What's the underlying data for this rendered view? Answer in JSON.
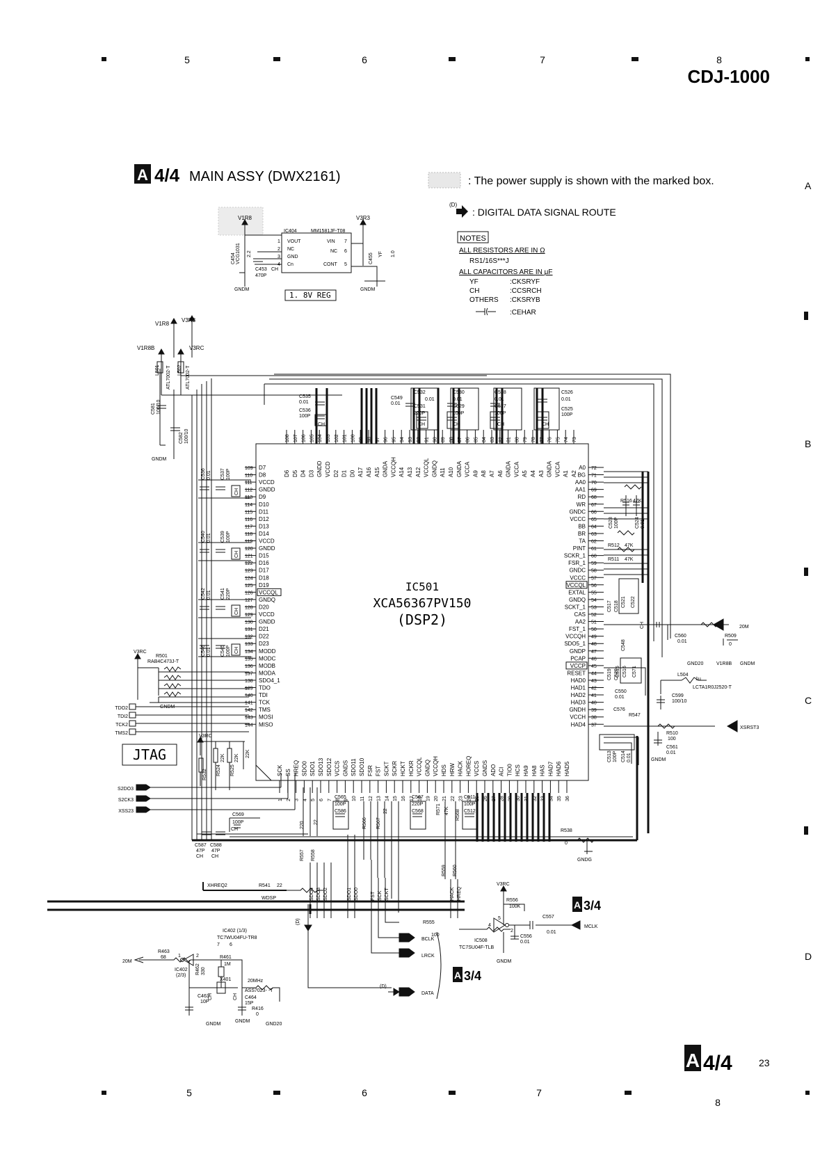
{
  "header": {
    "model": "CDJ-1000",
    "grid_top": [
      "5",
      "6",
      "7",
      "8"
    ],
    "grid_bottom": [
      "5",
      "6",
      "7",
      "8"
    ],
    "grid_side": [
      "A",
      "B",
      "C",
      "D"
    ]
  },
  "title": {
    "badge": "A",
    "fraction": "4/4",
    "name": "MAIN ASSY (DWX2161)"
  },
  "legend": {
    "power_box": ": The power supply is shown with the marked box.",
    "digital_tag": "(D)",
    "digital_route": ": DIGITAL DATA SIGNAL ROUTE"
  },
  "notes": {
    "heading": "NOTES",
    "resistors": "ALL RESISTORS ARE IN Ω",
    "resistor_type": "RS1/16S***J",
    "capacitors": "ALL CAPACITORS ARE IN μF",
    "rows": [
      {
        "k": "YF",
        "v": ":CKSRYF"
      },
      {
        "k": "CH",
        "v": ":CCSRCH"
      },
      {
        "k": "OTHERS",
        "v": ":CKSRYB"
      },
      {
        "k": "",
        "v": ":CEHAR"
      }
    ]
  },
  "regulator": {
    "ic": "IC404",
    "part": "MM1581JF-T08",
    "in_rail": "V3R3",
    "out_rail": "V1R8",
    "label": "1. 8V REG",
    "pins": [
      "VOUT",
      "NC",
      "GND",
      "Cn",
      "VIN",
      "NC",
      "CONT"
    ],
    "pin_nums": [
      "1",
      "2",
      "3",
      "4",
      "7",
      "6",
      "5"
    ],
    "caps": [
      "C454",
      "VCG1031",
      "2.2",
      "C453",
      "CH",
      "470P",
      "C455",
      "YF",
      "1.0"
    ],
    "gnd": "GNDM"
  },
  "power": {
    "rails": [
      "V1R8",
      "V3R3",
      "V1R8B",
      "V3RC"
    ],
    "coils": [
      "L501",
      "ATL7002-T",
      "L502",
      "ATL7002-T"
    ],
    "caps": [
      "C581",
      "100/10",
      "C582",
      "100/10"
    ],
    "gnd": "GNDM"
  },
  "dsp": {
    "ref": "IC501",
    "part": "XCA56367PV150",
    "name": "(DSP2)",
    "left_pins": [
      {
        "n": "109",
        "l": "D7"
      },
      {
        "n": "110",
        "l": "D8"
      },
      {
        "n": "111",
        "l": "VCCD"
      },
      {
        "n": "112",
        "l": "GNDD"
      },
      {
        "n": "113",
        "l": "D9"
      },
      {
        "n": "114",
        "l": "D10"
      },
      {
        "n": "115",
        "l": "D11"
      },
      {
        "n": "116",
        "l": "D12"
      },
      {
        "n": "117",
        "l": "D13"
      },
      {
        "n": "118",
        "l": "D14"
      },
      {
        "n": "119",
        "l": "VCCD"
      },
      {
        "n": "120",
        "l": "GNDD"
      },
      {
        "n": "121",
        "l": "D15"
      },
      {
        "n": "122",
        "l": "D16"
      },
      {
        "n": "123",
        "l": "D17"
      },
      {
        "n": "124",
        "l": "D18"
      },
      {
        "n": "125",
        "l": "D19"
      },
      {
        "n": "126",
        "l": "VCCQL"
      },
      {
        "n": "127",
        "l": "GNDQ"
      },
      {
        "n": "128",
        "l": "D20"
      },
      {
        "n": "129",
        "l": "VCCD"
      },
      {
        "n": "130",
        "l": "GNDD"
      },
      {
        "n": "131",
        "l": "D21"
      },
      {
        "n": "132",
        "l": "D22"
      },
      {
        "n": "133",
        "l": "D23"
      },
      {
        "n": "134",
        "l": "MODD"
      },
      {
        "n": "135",
        "l": "MODC"
      },
      {
        "n": "136",
        "l": "MODB"
      },
      {
        "n": "137",
        "l": "MODA"
      },
      {
        "n": "138",
        "l": "SDO4_1"
      },
      {
        "n": "139",
        "l": "TDO"
      },
      {
        "n": "140",
        "l": "TDI"
      },
      {
        "n": "141",
        "l": "TCK"
      },
      {
        "n": "142",
        "l": "TMS"
      },
      {
        "n": "143",
        "l": "MOSI"
      },
      {
        "n": "144",
        "l": "MISO"
      }
    ],
    "right_pins": [
      {
        "n": "72",
        "l": "A0"
      },
      {
        "n": "71",
        "l": "BG"
      },
      {
        "n": "70",
        "l": "AA0"
      },
      {
        "n": "69",
        "l": "AA1"
      },
      {
        "n": "68",
        "l": "RD"
      },
      {
        "n": "67",
        "l": "WR"
      },
      {
        "n": "66",
        "l": "GNDC"
      },
      {
        "n": "65",
        "l": "VCCC"
      },
      {
        "n": "64",
        "l": "BB"
      },
      {
        "n": "63",
        "l": "BR"
      },
      {
        "n": "62",
        "l": "TA"
      },
      {
        "n": "61",
        "l": "PINT"
      },
      {
        "n": "60",
        "l": "SCKR_1"
      },
      {
        "n": "59",
        "l": "FSR_1"
      },
      {
        "n": "58",
        "l": "GNDC"
      },
      {
        "n": "57",
        "l": "VCCC"
      },
      {
        "n": "56",
        "l": "VCCQL"
      },
      {
        "n": "55",
        "l": "EXTAL"
      },
      {
        "n": "54",
        "l": "GNDQ"
      },
      {
        "n": "53",
        "l": "SCKT_1"
      },
      {
        "n": "52",
        "l": "CAS"
      },
      {
        "n": "51",
        "l": "AA2"
      },
      {
        "n": "50",
        "l": "FST_1"
      },
      {
        "n": "49",
        "l": "VCCQH"
      },
      {
        "n": "48",
        "l": "SDO5_1"
      },
      {
        "n": "47",
        "l": "GNDP"
      },
      {
        "n": "46",
        "l": "PCAP"
      },
      {
        "n": "45",
        "l": "VCCP"
      },
      {
        "n": "44",
        "l": "RESET"
      },
      {
        "n": "43",
        "l": "HAD0"
      },
      {
        "n": "42",
        "l": "HAD1"
      },
      {
        "n": "41",
        "l": "HAD2"
      },
      {
        "n": "40",
        "l": "HAD3"
      },
      {
        "n": "39",
        "l": "GNDH"
      },
      {
        "n": "38",
        "l": "VCCH"
      },
      {
        "n": "37",
        "l": "HAD4"
      }
    ],
    "top_pins": [
      {
        "n": "108",
        "l": "D6"
      },
      {
        "n": "107",
        "l": "D5"
      },
      {
        "n": "106",
        "l": "D4"
      },
      {
        "n": "105",
        "l": "D3"
      },
      {
        "n": "104",
        "l": "GNDD"
      },
      {
        "n": "103",
        "l": "VCCD"
      },
      {
        "n": "102",
        "l": "D2"
      },
      {
        "n": "101",
        "l": "D1"
      },
      {
        "n": "100",
        "l": "D0"
      },
      {
        "n": "99",
        "l": "A17"
      },
      {
        "n": "98",
        "l": "A16"
      },
      {
        "n": "97",
        "l": "A15"
      },
      {
        "n": "96",
        "l": "GNDA"
      },
      {
        "n": "95",
        "l": "VCCQH"
      },
      {
        "n": "94",
        "l": "A14"
      },
      {
        "n": "93",
        "l": "A13"
      },
      {
        "n": "92",
        "l": "A12"
      },
      {
        "n": "91",
        "l": "VCCQL"
      },
      {
        "n": "90",
        "l": "GNDQ"
      },
      {
        "n": "89",
        "l": "A11"
      },
      {
        "n": "88",
        "l": "A10"
      },
      {
        "n": "87",
        "l": "GNDA"
      },
      {
        "n": "86",
        "l": "VCCA"
      },
      {
        "n": "85",
        "l": "A9"
      },
      {
        "n": "84",
        "l": "A8"
      },
      {
        "n": "83",
        "l": "A7"
      },
      {
        "n": "82",
        "l": "A6"
      },
      {
        "n": "81",
        "l": "GNDA"
      },
      {
        "n": "80",
        "l": "VCCA"
      },
      {
        "n": "79",
        "l": "A5"
      },
      {
        "n": "78",
        "l": "A4"
      },
      {
        "n": "77",
        "l": "A3"
      },
      {
        "n": "76",
        "l": "GNDA"
      },
      {
        "n": "75",
        "l": "VCCA"
      },
      {
        "n": "74",
        "l": "A1"
      },
      {
        "n": "73",
        "l": "A2"
      }
    ],
    "bottom_pins": [
      {
        "n": "1",
        "l": "SCK"
      },
      {
        "n": "2",
        "l": "SS"
      },
      {
        "n": "3",
        "l": "HREQ"
      },
      {
        "n": "4",
        "l": "SDO0"
      },
      {
        "n": "5",
        "l": "SDO1"
      },
      {
        "n": "6",
        "l": "SDO13"
      },
      {
        "n": "7",
        "l": "SDO12"
      },
      {
        "n": "8",
        "l": "VCCS"
      },
      {
        "n": "9",
        "l": "GNDS"
      },
      {
        "n": "10",
        "l": "SDO11"
      },
      {
        "n": "11",
        "l": "SDO10"
      },
      {
        "n": "12",
        "l": "FSR"
      },
      {
        "n": "13",
        "l": "FST"
      },
      {
        "n": "14",
        "l": "SCKT"
      },
      {
        "n": "15",
        "l": "SCKR"
      },
      {
        "n": "16",
        "l": "HCKT"
      },
      {
        "n": "17",
        "l": "HCKR"
      },
      {
        "n": "18",
        "l": "VCCQL"
      },
      {
        "n": "19",
        "l": "GNDQ"
      },
      {
        "n": "20",
        "l": "VCCQH"
      },
      {
        "n": "21",
        "l": "HDS"
      },
      {
        "n": "22",
        "l": "HRW"
      },
      {
        "n": "23",
        "l": "HACK"
      },
      {
        "n": "24",
        "l": "HOREQ"
      },
      {
        "n": "25",
        "l": "VCCS"
      },
      {
        "n": "26",
        "l": "GNDS"
      },
      {
        "n": "27",
        "l": "ADO"
      },
      {
        "n": "28",
        "l": "ACI"
      },
      {
        "n": "29",
        "l": "TIO0"
      },
      {
        "n": "30",
        "l": "HCS"
      },
      {
        "n": "31",
        "l": "HA9"
      },
      {
        "n": "32",
        "l": "HA8"
      },
      {
        "n": "33",
        "l": "HAS"
      },
      {
        "n": "34",
        "l": "HAD7"
      },
      {
        "n": "35",
        "l": "HAD6"
      },
      {
        "n": "36",
        "l": "HAD5"
      }
    ]
  },
  "components": {
    "top_caps": [
      "C535",
      "0.01",
      "C536",
      "100P",
      "CH",
      "C549",
      "0.01",
      "C532",
      "0.01",
      "C531",
      "220P",
      "CH",
      "C530",
      "0.01",
      "C529",
      "100P",
      "CH",
      "C528",
      "0.01",
      "C527",
      "100P",
      "CH",
      "C526",
      "0.01",
      "C525",
      "100P",
      "CH"
    ],
    "left_caps": [
      "C536",
      "0.01",
      "C537",
      "100P",
      "CH",
      "C540",
      "0.01",
      "C539",
      "100P",
      "CH",
      "C542",
      "0.01",
      "C541",
      "220P",
      "CH",
      "C546",
      "0.01",
      "C545",
      "100P",
      "CH"
    ],
    "right_parts": [
      "R516",
      "47K",
      "C523",
      "100P",
      "C524",
      "0.01",
      "R512",
      "47K",
      "R511",
      "47K",
      "C521",
      "C522",
      "C517",
      "C518",
      "C519",
      "C520",
      "CH",
      "C548",
      "C550",
      "0.01",
      "C576",
      "R547",
      "C513",
      "100P",
      "C514",
      "0.01",
      "C515",
      "C516",
      "C571"
    ],
    "bottom_parts": [
      "C565",
      "100P",
      "C586",
      "C567",
      "220P",
      "C568",
      "C511",
      "100P",
      "C512",
      "R566",
      "R567",
      "22",
      "R571",
      "47K",
      "R568",
      "R538",
      "0"
    ],
    "left_parts": [
      "R501",
      "RAB4C473J-T",
      "R532",
      "R524",
      "R525",
      "22K",
      "22K",
      "22K",
      "C569",
      "100P",
      "C587",
      "47P",
      "CH",
      "C588",
      "47P",
      "CH",
      "V3RC",
      "GNDM"
    ],
    "misc": [
      "220",
      "22",
      "R557",
      "R558",
      "R559",
      "R560"
    ]
  },
  "jtag": {
    "label": "JTAG",
    "pins": [
      "TDO2",
      "TDI2",
      "TCK2",
      "TMS2"
    ]
  },
  "spi_in": [
    "S2DO3",
    "S2CK3",
    "XSS23"
  ],
  "right_side": {
    "clk_in": "20M",
    "c_ext": [
      "C560",
      "0.01",
      "GND20",
      "R509",
      "0",
      "V1R8B",
      "GNDM"
    ],
    "pll": [
      "L504",
      "1u",
      "LCTA1R0J2520-T",
      "C599",
      "100/10"
    ],
    "reset_in": "XSRST3",
    "reset_parts": [
      "R510",
      "100",
      "C561",
      "0.01",
      "GNDM"
    ],
    "gndg": "GNDG"
  },
  "bus": {
    "labels": [
      "XHREQ2",
      "R541",
      "22",
      "WDSP"
    ],
    "vlabels": [
      "SDO4",
      "SDO3",
      "SDO2",
      "SDO1",
      "SDO0",
      "FST",
      "SCK",
      "SCKT",
      "HACK",
      "HREQ"
    ]
  },
  "clock_ckt": {
    "ic_a": "IC402 (1/3)",
    "ic_a_part": "TC7WU04FU-TR8",
    "ic_b": "IC402",
    "ic_b_unit": "(2/3)",
    "parts": [
      "R463",
      "68",
      "R461",
      "1M",
      "R462",
      "330",
      "X401",
      "20MHz",
      "ASS7023- -T",
      "C463",
      "10P",
      "C464",
      "15P",
      "R416",
      "0",
      "CH",
      "CH"
    ],
    "out": "20M",
    "gnd": [
      "GNDM",
      "GNDM",
      "GND20"
    ],
    "pin_nos": [
      "7",
      "6",
      "1",
      "2"
    ]
  },
  "mclk_ckt": {
    "rail": "V3RC",
    "parts": [
      "R556",
      "100K",
      "R555",
      "100",
      "C557",
      "0.01",
      "C556",
      "0.01"
    ],
    "ic": "IC508",
    "part": "TC7SU04F-TLB",
    "out": "MCLK",
    "gnd": "GNDM",
    "pins": [
      "4",
      "5",
      "2"
    ]
  },
  "outputs": {
    "signals": [
      "BCLK",
      "LRCK",
      "DATA"
    ],
    "tag": "(D)",
    "dest_badge": "A",
    "dest_fraction": "3/4"
  },
  "mid_ref": {
    "badge": "A",
    "fraction": "3/4"
  },
  "footer": {
    "badge": "A",
    "fraction": "4/4",
    "page": "23"
  }
}
